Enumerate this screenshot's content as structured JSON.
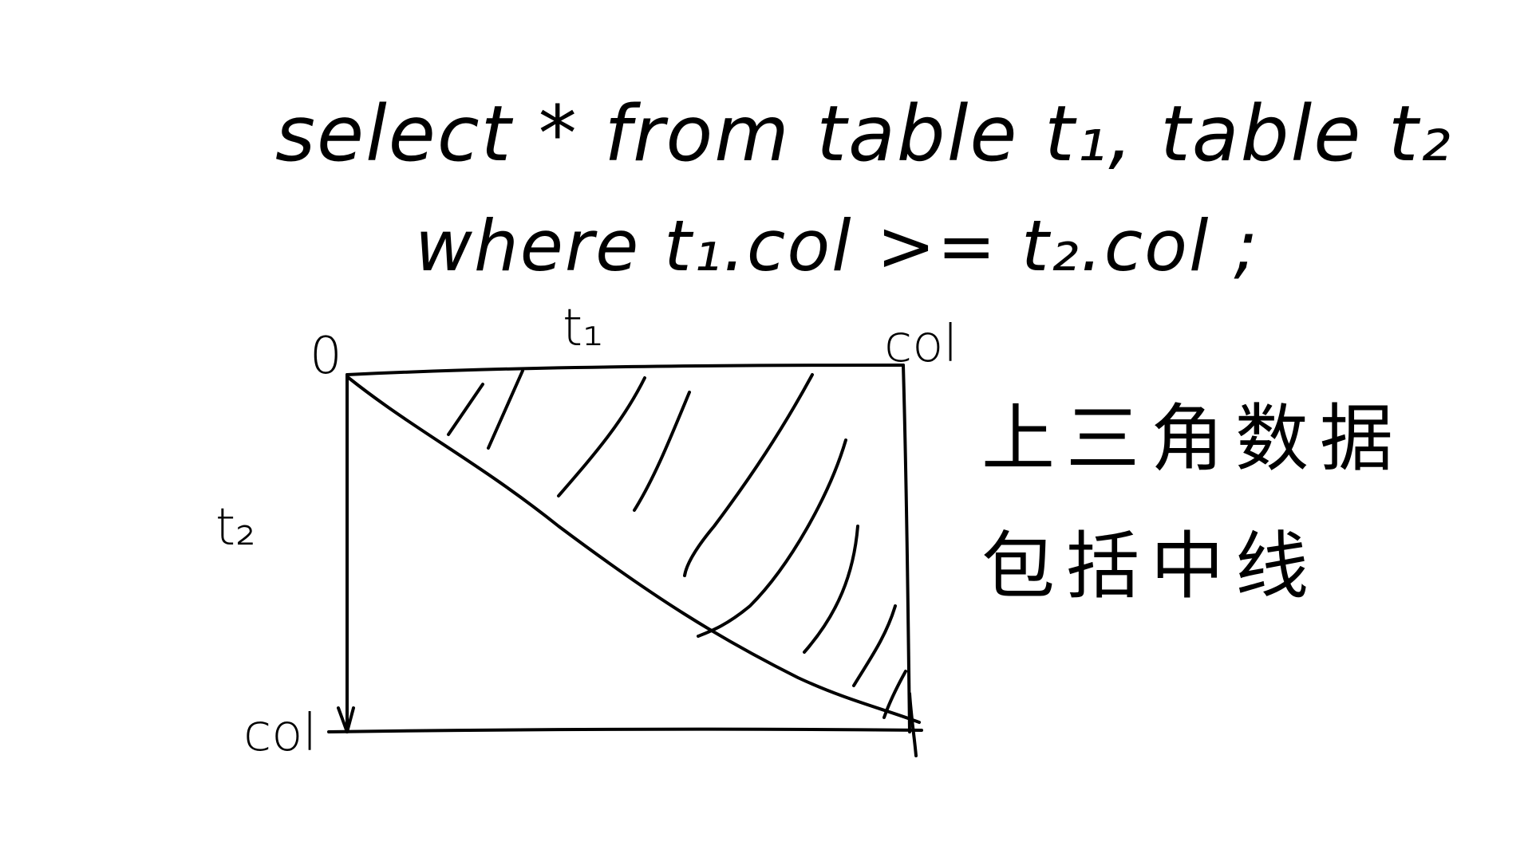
{
  "sql": {
    "line1": "select * from table t₁, table t₂",
    "line2": "where t₁.col >= t₂.col ;"
  },
  "diagram": {
    "origin_label": "0",
    "top_axis_label": "t₁",
    "top_end_label": "col",
    "left_axis_label": "t₂",
    "left_end_label": "col"
  },
  "annotation": {
    "line1": "上三角数据",
    "line2": "包括中线"
  }
}
